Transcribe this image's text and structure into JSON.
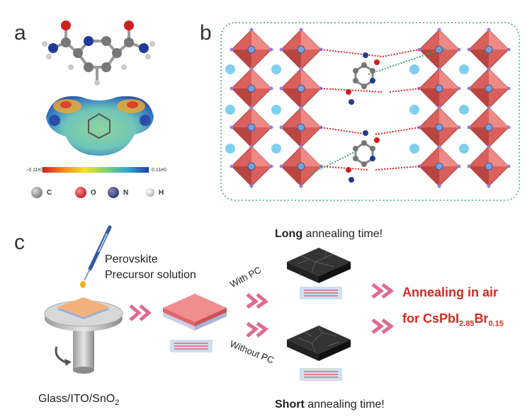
{
  "panels": {
    "a": "a",
    "b": "b",
    "c": "c"
  },
  "colorbar": {
    "min_label": "-0.11e0",
    "max_label": "0.11e0"
  },
  "atom_legend": [
    {
      "symbol": "C",
      "color": "#8a8a8a"
    },
    {
      "symbol": "O",
      "color": "#cc1f1f"
    },
    {
      "symbol": "N",
      "color": "#1f3a9a"
    },
    {
      "symbol": "H",
      "color": "#d8d8d8"
    }
  ],
  "process": {
    "precursor_line1": "Perovskite",
    "precursor_line2": "Precursor solution",
    "with_pc": "With PC",
    "without_pc": "Without PC",
    "long_bold": "Long",
    "long_rest": " annealing time!",
    "short_bold": "Short",
    "short_rest": " annealing time!",
    "annealing_air": "Annealing in air",
    "for_prefix": "for CsPbI",
    "sub1": "2.85",
    "br": "Br",
    "sub2": "0.15",
    "substrate_prefix": "Glass/ITO/SnO",
    "substrate_sub": "2"
  },
  "colors": {
    "octahedron": "#d9605c",
    "cation": "#7fd0ee",
    "arrow": "#e06a93",
    "annealing_text": "#d42a1e",
    "film_top": "#e8787a",
    "dotted_box": "#3aa874"
  }
}
